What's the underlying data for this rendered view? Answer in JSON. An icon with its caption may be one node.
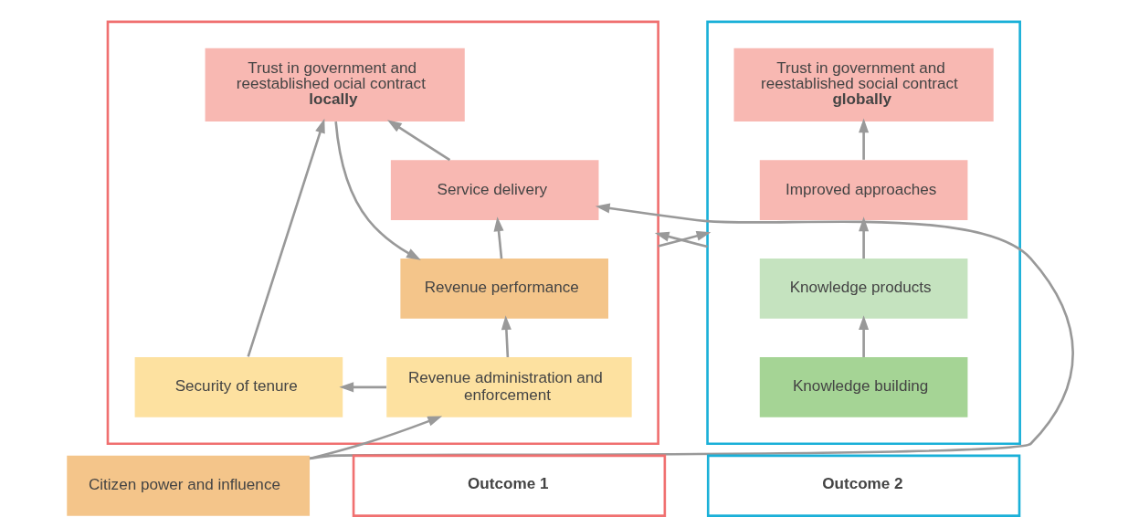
{
  "diagram": {
    "nodes": [
      {
        "text": [],
        "shape": "box"
      },
      {
        "text": [
          "Trust in government and reestablished ocial contract **locally**"
        ],
        "in": 0
      },
      {
        "text": [
          "Service delivery"
        ],
        "in": 0
      },
      {
        "text": [
          "Revenue performance"
        ],
        "in": 0
      },
      {
        "text": [
          "Revenue administration and enforcement"
        ],
        "in": 0
      },
      {
        "text": [
          "Security of tenure"
        ],
        "in": 0
      },
      {
        "text": [
          "Citizen power and influence"
        ]
      },
      {
        "text": [],
        "shape": "box"
      },
      {
        "text": [
          "Trust in government and reestablished social contract **globally**"
        ],
        "in": 7
      },
      {
        "text": [
          "Improved approaches"
        ],
        "in": 7
      },
      {
        "text": [
          "Knowledge products"
        ],
        "in": 7
      },
      {
        "text": [
          "Knowledge building"
        ],
        "in": 7
      },
      {
        "text": [
          "Outcome 1"
        ]
      },
      {
        "text": [
          "Outcome 2"
        ]
      }
    ],
    "edges": [
      {
        "from": 2,
        "to": 1,
        "arrow": "to"
      },
      {
        "from": 3,
        "to": 2,
        "arrow": "to"
      },
      {
        "from": 4,
        "to": 3,
        "arrow": "to"
      },
      {
        "from": 4,
        "to": 5,
        "arrow": "to"
      },
      {
        "from": 5,
        "to": 1,
        "arrow": "to"
      },
      {
        "from": 1,
        "to": 3,
        "arrow": "to"
      },
      {
        "from": 6,
        "to": 2,
        "arrow": "to"
      },
      {
        "from": 6,
        "to": 4,
        "arrow": "to"
      },
      {
        "from": 0,
        "to": 7,
        "arrow": "to"
      },
      {
        "from": 7,
        "to": 0,
        "arrow": "to"
      },
      {
        "from": 11,
        "to": 10,
        "arrow": "to"
      },
      {
        "from": 10,
        "to": 9,
        "arrow": "to"
      },
      {
        "from": 9,
        "to": 8,
        "arrow": "to"
      }
    ]
  }
}
